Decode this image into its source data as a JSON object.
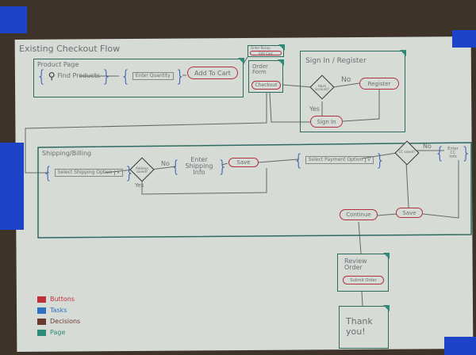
{
  "title": "Existing Checkout Flow",
  "product_page": {
    "label": "Product Page",
    "find": "Find Products",
    "quantity": "Enter Quantity",
    "add_to_cart": "Add To Cart"
  },
  "order_recap": {
    "label": "Order Recap",
    "button": "Edit Cart"
  },
  "order_form": {
    "label": "Order Form",
    "checkout": "Checkout"
  },
  "sign_in": {
    "label": "Sign In / Register",
    "decision": "Have account?",
    "no": "No",
    "yes": "Yes",
    "register": "Register",
    "sign_in": "Sign In"
  },
  "shipping": {
    "label": "Shipping/Billing",
    "select_shipping": "Select Shipping Option",
    "dropdown": "v",
    "decision": "Address saved?",
    "no": "No",
    "yes": "Yes",
    "enter_shipping": "Enter Shipping Info",
    "save": "Save",
    "select_payment": "Select Payment Option",
    "decision2": "CC saved?",
    "no2": "No",
    "enter_cc": "Enter CC Info",
    "save2": "Save",
    "continue": "Continue"
  },
  "review": {
    "label": "Review Order",
    "submit": "Submit Order"
  },
  "thank_you": {
    "label": "Thank you!"
  },
  "legend": [
    {
      "label": "Buttons",
      "color": "#c0303a"
    },
    {
      "label": "Tasks",
      "color": "#2d6fc0"
    },
    {
      "label": "Decisions",
      "color": "#6a3a30"
    },
    {
      "label": "Page",
      "color": "#2c8a76"
    }
  ],
  "colors": {
    "tape": "#1d43c9",
    "page_outline": "#2c6a60",
    "button_outline": "#b03040"
  }
}
